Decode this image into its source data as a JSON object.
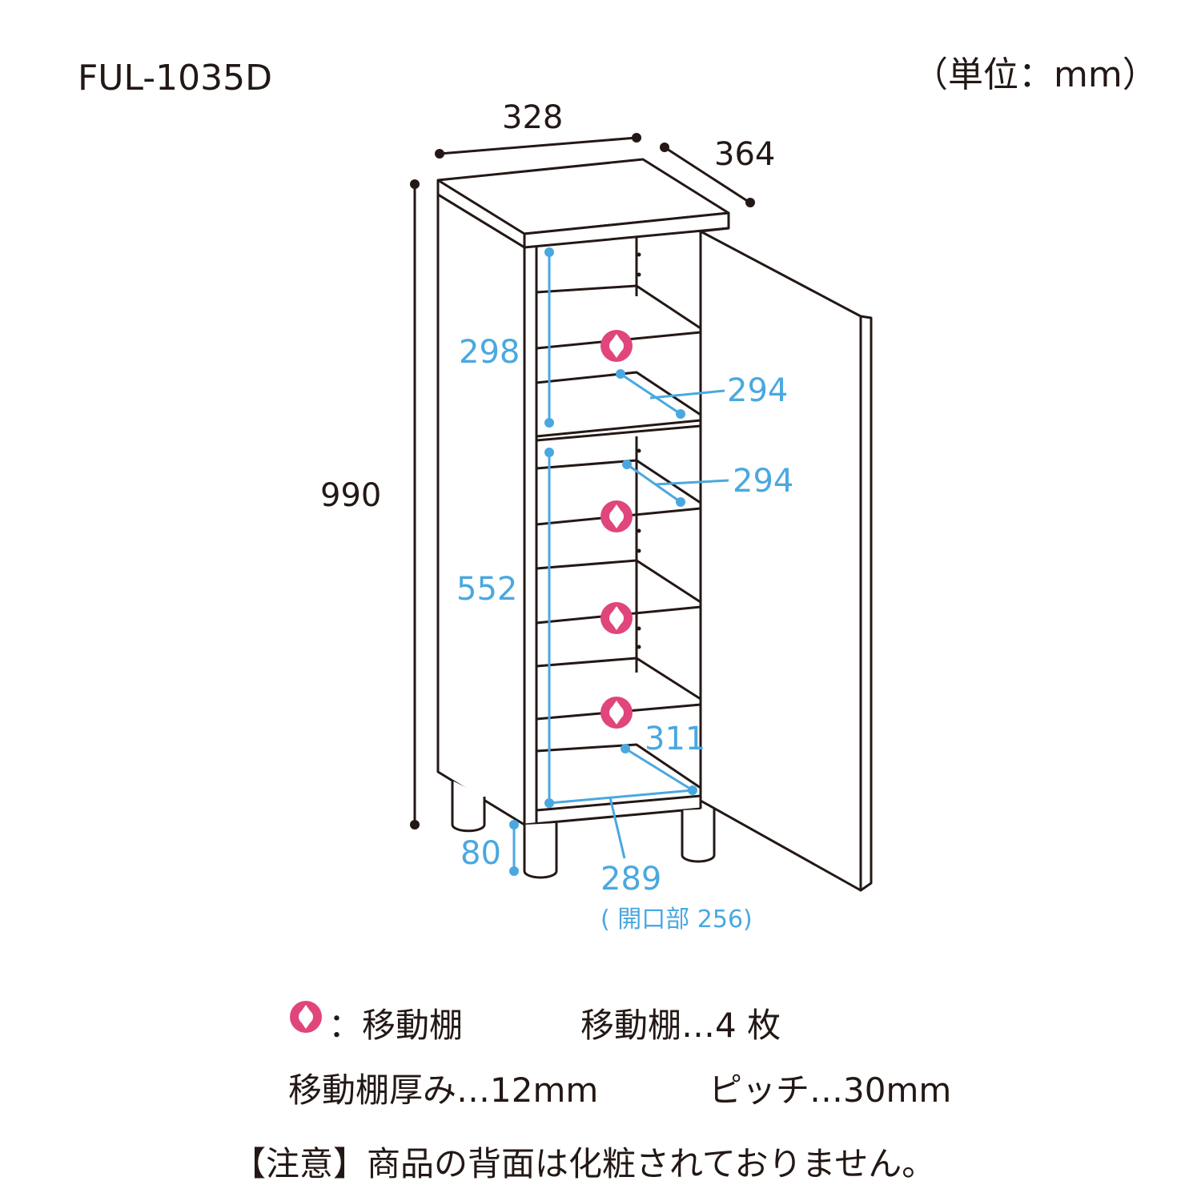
{
  "header": {
    "model": "FUL-1035D",
    "unit": "（単位：mm）"
  },
  "dimensions": {
    "width": "328",
    "depth": "364",
    "height": "990",
    "upper_inner_height": "298",
    "upper_shelf_depth": "294",
    "middle_shelf_depth": "294",
    "lower_inner_height": "552",
    "bottom_shelf_depth": "311",
    "leg_height": "80",
    "inner_width": "289",
    "opening_width": "( 開口部 256)"
  },
  "legend": {
    "icon_label": "：移動棚",
    "shelf_count": "移動棚…4 枚",
    "shelf_thickness": "移動棚厚み…12mm",
    "pitch": "ピッチ…30mm",
    "note": "【注意】商品の背面は化粧されておりません。"
  },
  "colors": {
    "line": "#231815",
    "blue": "#4aa8e0",
    "pink": "#e0457b"
  }
}
